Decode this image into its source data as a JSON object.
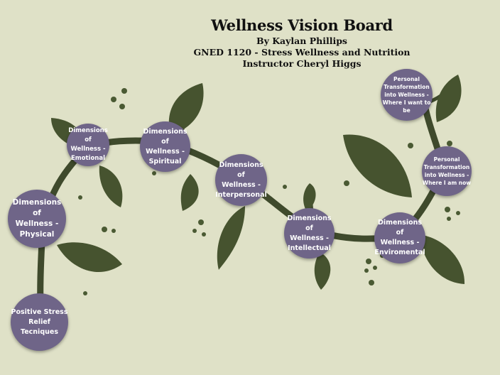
{
  "header": {
    "title": "Wellness Vision Board",
    "author": "By Kaylan Phillips",
    "course": "GNED 1120 - Stress Wellness and Nutrition",
    "instructor": "Instructor Cheryl Higgs"
  },
  "colors": {
    "background": "#dfe1c7",
    "vine": "#3f4a2c",
    "leaf": "#46532f",
    "node": "#6f6588",
    "node_text": "#ffffff"
  },
  "nodes": [
    {
      "id": "physical",
      "lines": [
        "Dimensions of",
        "Wellness -",
        "Physical"
      ]
    },
    {
      "id": "emotional",
      "lines": [
        "Dimensions of",
        "Wellness -",
        "Emotional"
      ]
    },
    {
      "id": "spiritual",
      "lines": [
        "Dimensions of",
        "Wellness -",
        "Spiritual"
      ]
    },
    {
      "id": "interpersonal",
      "lines": [
        "Dimensions of",
        "Wellness -",
        "Interpersonal"
      ]
    },
    {
      "id": "intellectual",
      "lines": [
        "Dimensions of",
        "Wellness -",
        "Intellectual"
      ]
    },
    {
      "id": "enviromental",
      "lines": [
        "Dimensions of",
        "Wellness -",
        "Enviromental"
      ]
    },
    {
      "id": "where-i-am-now",
      "lines": [
        "Personal",
        "Transformation",
        "into Wellness -",
        "Where I am now"
      ]
    },
    {
      "id": "where-i-want-to-be",
      "lines": [
        "Personal",
        "Transformation",
        "into Wellness -",
        "Where I want to",
        "be"
      ]
    },
    {
      "id": "stress-relief",
      "lines": [
        "Positive Stress",
        "Relief Tecniques"
      ]
    }
  ]
}
